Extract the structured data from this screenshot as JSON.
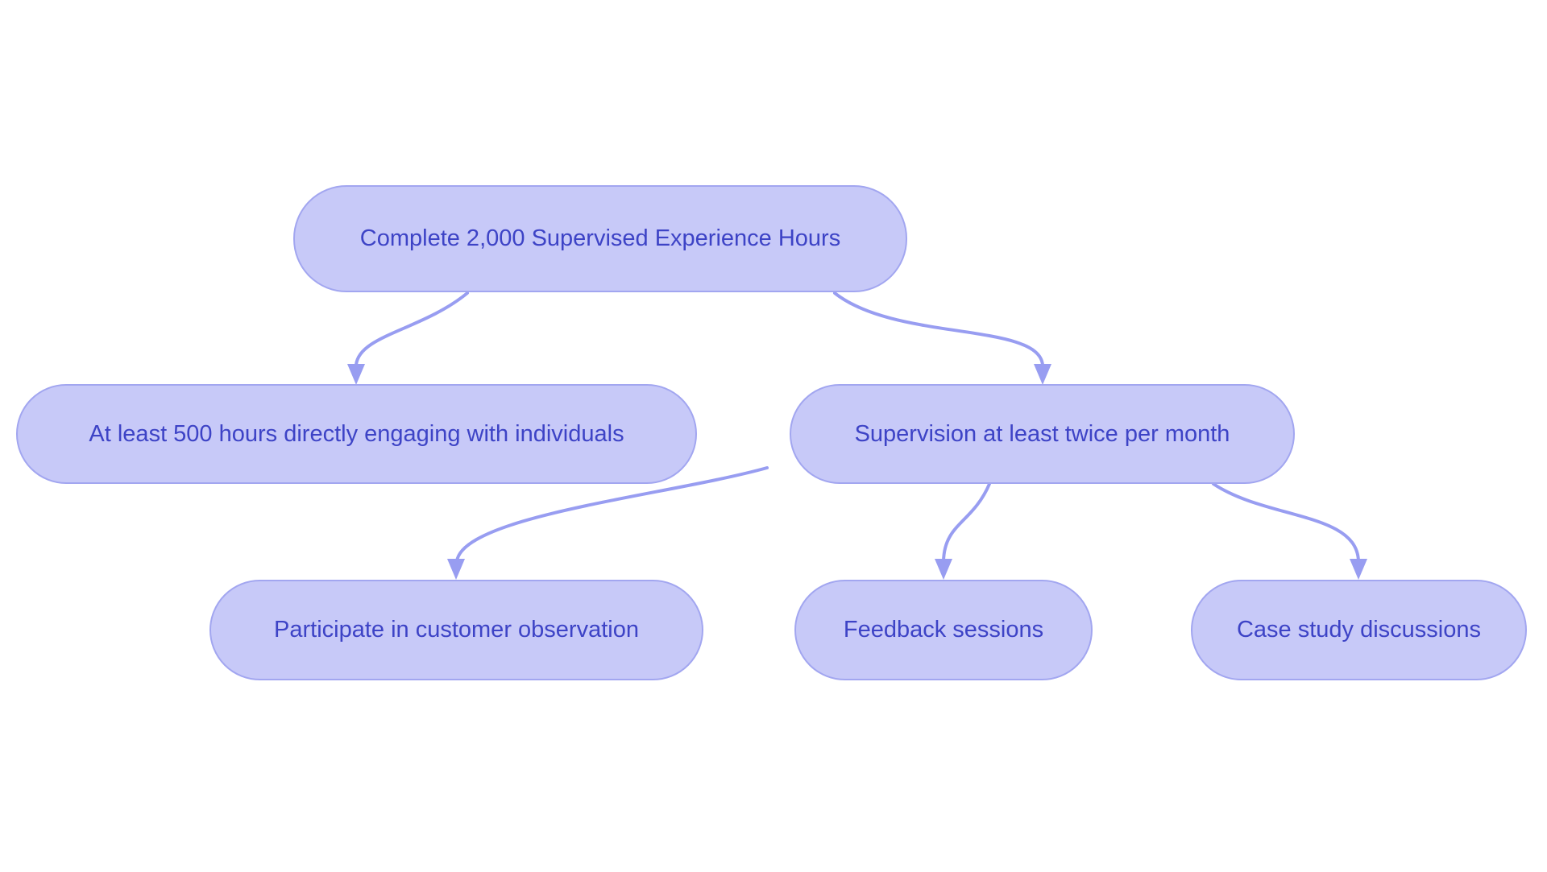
{
  "diagram": {
    "title": "Supervised experience requirements flowchart",
    "colors": {
      "background": "#ffffff",
      "node_fill": "#c7c9f8",
      "node_border": "#a2a6f0",
      "edge": "#989df1",
      "text": "#3d43c6"
    },
    "nodes": {
      "root": {
        "label": "Complete 2,000 Supervised Experience Hours"
      },
      "hours": {
        "label": "At least 500 hours directly engaging with individuals"
      },
      "supervision": {
        "label": "Supervision at least twice per month"
      },
      "observation": {
        "label": "Participate in customer observation"
      },
      "feedback": {
        "label": "Feedback sessions"
      },
      "case_study": {
        "label": "Case study discussions"
      }
    },
    "edges": [
      {
        "from": "root",
        "to": "hours"
      },
      {
        "from": "root",
        "to": "supervision"
      },
      {
        "from": "supervision",
        "to": "observation"
      },
      {
        "from": "supervision",
        "to": "feedback"
      },
      {
        "from": "supervision",
        "to": "case_study"
      }
    ]
  }
}
